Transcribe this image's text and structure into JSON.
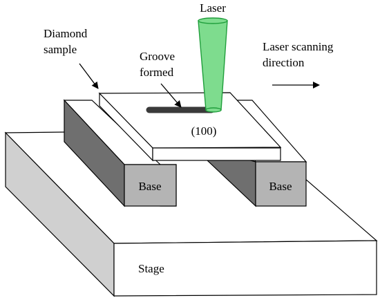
{
  "labels": {
    "laser": "Laser",
    "diamond_sample": [
      "Diamond",
      "sample"
    ],
    "groove_formed": [
      "Groove",
      "formed"
    ],
    "scan_direction": [
      "Laser scanning",
      "direction"
    ],
    "orientation": "(100)",
    "base_left": "Base",
    "base_right": "Base",
    "stage": "Stage"
  },
  "colors": {
    "laser_fill": "#7edc8e",
    "laser_stroke": "#1f9e3b",
    "stage_top": "#ffffff",
    "stage_left": "#d0d0d0",
    "base_dark": "#6f6f6f",
    "base_front": "#b4b4b4",
    "groove": "#3a3a3a",
    "outline": "#000000"
  }
}
